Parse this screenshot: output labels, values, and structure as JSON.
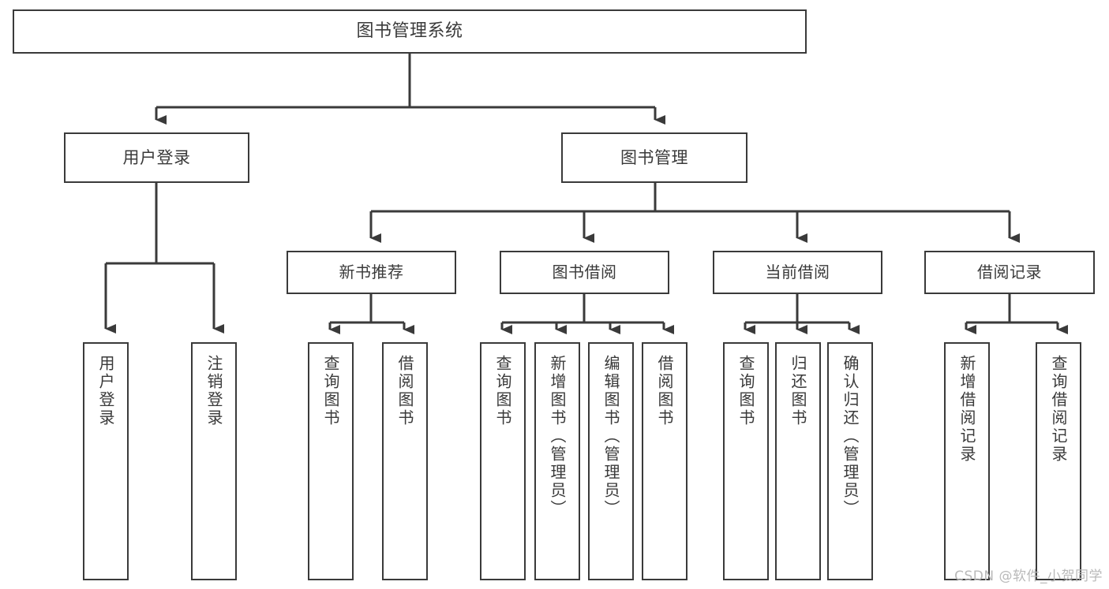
{
  "diagram": {
    "title": "图书管理系统",
    "type": "tree",
    "orientation": "top-down",
    "colors": {
      "stroke": "#3a3a3a",
      "fill": "#ffffff",
      "background": "#ffffff",
      "watermark": "#b9b9b9"
    },
    "root": {
      "label": "图书管理系统"
    },
    "level2": [
      {
        "label": "用户登录"
      },
      {
        "label": "图书管理"
      }
    ],
    "level3": [
      {
        "label": "新书推荐"
      },
      {
        "label": "图书借阅"
      },
      {
        "label": "当前借阅"
      },
      {
        "label": "借阅记录"
      }
    ],
    "leaves": {
      "user_login": [
        {
          "label": "用户登录"
        },
        {
          "label": "注销登录"
        }
      ],
      "new_book_recommend": [
        {
          "label": "查询图书"
        },
        {
          "label": "借阅图书"
        }
      ],
      "book_borrow": [
        {
          "label": "查询图书"
        },
        {
          "label": "新增图书（管理员）"
        },
        {
          "label": "编辑图书（管理员）"
        },
        {
          "label": "借阅图书"
        }
      ],
      "current_borrow": [
        {
          "label": "查询图书"
        },
        {
          "label": "归还图书"
        },
        {
          "label": "确认归还（管理员）"
        }
      ],
      "borrow_record": [
        {
          "label": "新增借阅记录"
        },
        {
          "label": "查询借阅记录"
        }
      ]
    }
  },
  "watermark": {
    "text": "CSDN @软件_小贺同学"
  }
}
